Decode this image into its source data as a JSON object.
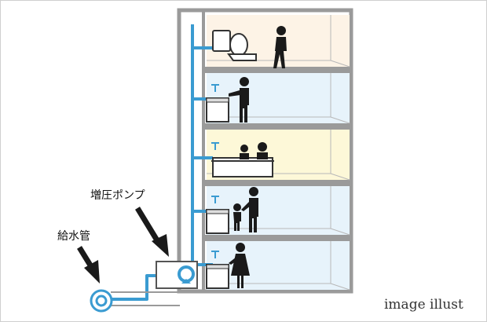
{
  "labels": {
    "booster_pump": "増圧ポンプ",
    "water_supply_pipe": "給水管"
  },
  "caption": "image illust",
  "colors": {
    "pipe": "#3a9bd1",
    "building_frame": "#9a9a9a",
    "floor_5": "#fdf3e6",
    "floor_4": "#e7f3fb",
    "floor_3": "#fdf8d8",
    "floor_2": "#e7f3fb",
    "floor_1": "#e7f3fb",
    "figure": "#1a1a1a"
  },
  "floors": [
    {
      "level": 5,
      "scene": "toilet",
      "color_key": "floor_5"
    },
    {
      "level": 4,
      "scene": "kitchen-sink",
      "color_key": "floor_4"
    },
    {
      "level": 3,
      "scene": "bathtub",
      "color_key": "floor_3"
    },
    {
      "level": 2,
      "scene": "washbasin",
      "color_key": "floor_2"
    },
    {
      "level": 1,
      "scene": "washbasin",
      "color_key": "floor_1"
    }
  ]
}
